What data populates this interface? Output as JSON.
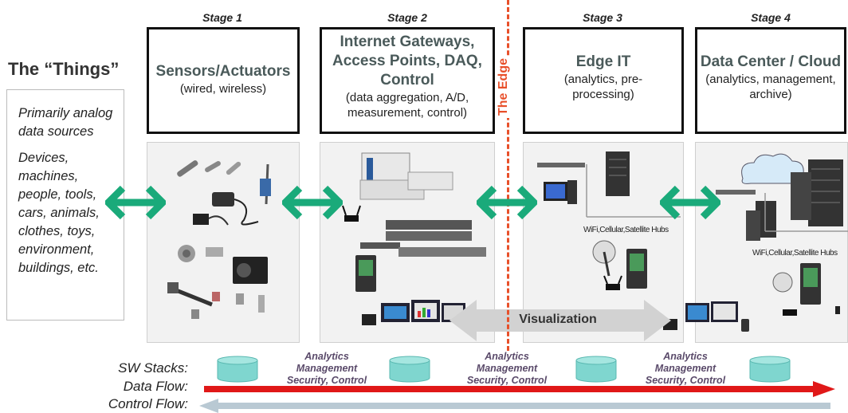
{
  "things": {
    "title": "The “Things”",
    "line1": "Primarily analog data sources",
    "line2": "Devices, machines, people, tools, cars, animals, clothes, toys, environment, buildings, etc."
  },
  "stages": [
    {
      "label": "Stage 1",
      "title": "Sensors/Actuators",
      "subtitle": "(wired, wireless)"
    },
    {
      "label": "Stage 2",
      "title": "Internet Gateways, Access Points, DAQ, Control",
      "subtitle": "(data aggregation, A/D, measurement, control)"
    },
    {
      "label": "Stage 3",
      "title": "Edge IT",
      "subtitle": "(analytics, pre-processing)"
    },
    {
      "label": "Stage 4",
      "title": "Data Center / Cloud",
      "subtitle": "(analytics, management, archive)"
    }
  ],
  "edge_label": "The Edge",
  "visualization_label": "Visualization",
  "hubs_label_stage3": "WiFi,Cellular,Satellite Hubs",
  "hubs_label_stage4": "WiFi,Cellular,Satellite Hubs",
  "rows": {
    "sw_stacks": "SW Stacks:",
    "data_flow": "Data Flow:",
    "control_flow": "Control Flow:"
  },
  "stack_texts": [
    {
      "line1": "Analytics",
      "line2": "Management",
      "line3": "Security, Control"
    },
    {
      "line1": "Analytics",
      "line2": "Management",
      "line3": "Security, Control"
    },
    {
      "line1": "Analytics",
      "line2": "Management",
      "line3": "Security, Control"
    }
  ],
  "colors": {
    "arrow_green": "#1aaa7a",
    "edge_orange": "#e8502a",
    "data_flow_red": "#e01818",
    "control_flow_gray": "#b9c9d3",
    "cylinder_teal": "#7fd6cf"
  }
}
